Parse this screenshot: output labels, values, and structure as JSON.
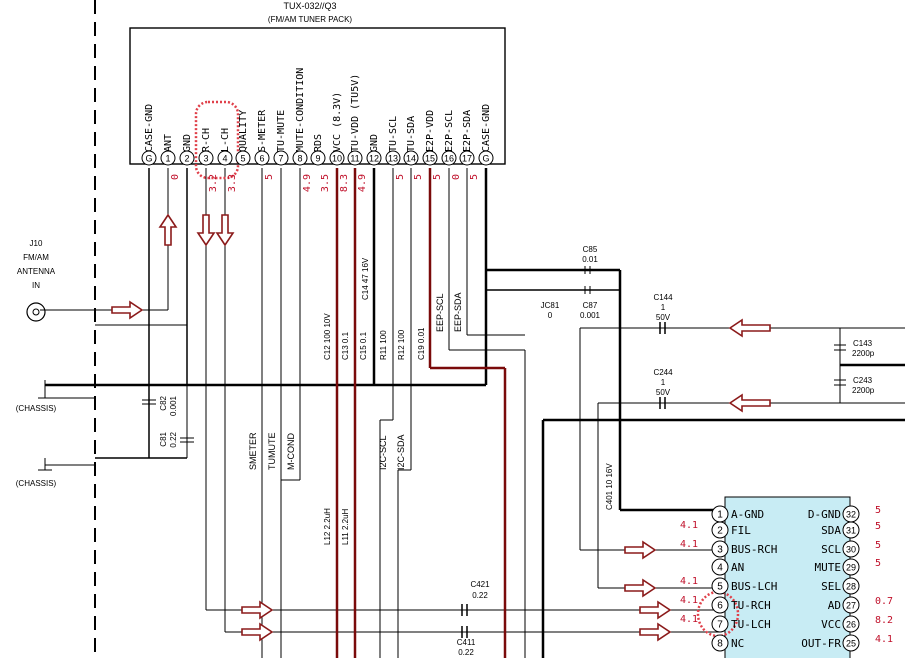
{
  "module": {
    "ref": "TUX-032//Q3",
    "title": "(FM/AM TUNER PACK)",
    "pins": [
      {
        "num": "G",
        "name": "CASE-GND",
        "voltage": ""
      },
      {
        "num": "1",
        "name": "ANT",
        "voltage": "0"
      },
      {
        "num": "2",
        "name": "GND",
        "voltage": ""
      },
      {
        "num": "3",
        "name": "R-CH",
        "voltage": "3.2"
      },
      {
        "num": "4",
        "name": "L-CH",
        "voltage": "3.3"
      },
      {
        "num": "5",
        "name": "QUALITY",
        "voltage": ""
      },
      {
        "num": "6",
        "name": "S-METER",
        "voltage": "5"
      },
      {
        "num": "7",
        "name": "TU-MUTE",
        "voltage": ""
      },
      {
        "num": "8",
        "name": "MUTE-CONDITION",
        "voltage": "4.9"
      },
      {
        "num": "9",
        "name": "RDS",
        "voltage": "3.5"
      },
      {
        "num": "10",
        "name": "VCC (8.3V)",
        "voltage": "8.3"
      },
      {
        "num": "11",
        "name": "TU-VDD (TU5V)",
        "voltage": "4.9"
      },
      {
        "num": "12",
        "name": "GND",
        "voltage": ""
      },
      {
        "num": "13",
        "name": "TU-SCL",
        "voltage": "5"
      },
      {
        "num": "14",
        "name": "TU-SDA",
        "voltage": "5"
      },
      {
        "num": "15",
        "name": "E2P-VDD",
        "voltage": "5"
      },
      {
        "num": "16",
        "name": "E2P-SCL",
        "voltage": "0"
      },
      {
        "num": "17",
        "name": "E2P-SDA",
        "voltage": "5"
      },
      {
        "num": "G",
        "name": "CASE-GND",
        "voltage": ""
      }
    ]
  },
  "antenna": {
    "ref": "J10",
    "line1": "FM/AM",
    "line2": "ANTENNA",
    "line3": "IN"
  },
  "chassis": [
    "(CHASSIS)",
    "(CHASSIS)"
  ],
  "components": {
    "c85": {
      "ref": "C85",
      "value": "0.01"
    },
    "jc81": {
      "ref": "JC81",
      "value": "0"
    },
    "c87": {
      "ref": "C87",
      "value": "0.001"
    },
    "c144": {
      "ref": "C144",
      "value": "1",
      "volt": "50V"
    },
    "c244": {
      "ref": "C244",
      "value": "1",
      "volt": "50V"
    },
    "c143": {
      "ref": "C143",
      "value": "2200p"
    },
    "c243": {
      "ref": "C243",
      "value": "2200p"
    },
    "c14": {
      "label": "C14  47  16V"
    },
    "c12": {
      "label": "C12  100  10V"
    },
    "c13": {
      "label": "C13  0.1"
    },
    "c15": {
      "label": "C15  0.1"
    },
    "r11": {
      "label": "R11  100"
    },
    "r12": {
      "label": "R12  100"
    },
    "c19": {
      "label": "C19  0.01"
    },
    "c82": {
      "ref": "C82",
      "value": "0.001"
    },
    "c81": {
      "ref": "C81",
      "value": "0.22"
    },
    "l12": {
      "label": "L12  2.2uH"
    },
    "l11": {
      "label": "L11  2.2uH"
    },
    "c401": {
      "label": "C401  10  16V"
    },
    "c421": {
      "ref": "C421",
      "value": "0.22"
    },
    "c411": {
      "ref": "C411",
      "value": "0.22"
    }
  },
  "nets": {
    "eep_scl": "EEP-SCL",
    "eep_sda": "EEP-SDA",
    "smeter": "SMETER",
    "tumute": "TUMUTE",
    "mcond": "M-COND",
    "i2c_scl": "I2C-SCL",
    "i2c_sda": "I2C-SDA"
  },
  "ic": {
    "left_pins": [
      {
        "num": "1",
        "name": "A-GND",
        "voltage": ""
      },
      {
        "num": "2",
        "name": "FIL",
        "voltage": "4.1"
      },
      {
        "num": "3",
        "name": "BUS-RCH",
        "voltage": "4.1"
      },
      {
        "num": "4",
        "name": "AN",
        "voltage": ""
      },
      {
        "num": "5",
        "name": "BUS-LCH",
        "voltage": "4.1"
      },
      {
        "num": "6",
        "name": "TU-RCH",
        "voltage": "4.1"
      },
      {
        "num": "7",
        "name": "TU-LCH",
        "voltage": "4.1"
      },
      {
        "num": "8",
        "name": "NC",
        "voltage": ""
      }
    ],
    "right_pins": [
      {
        "num": "32",
        "name": "D-GND",
        "voltage": "5"
      },
      {
        "num": "31",
        "name": "SDA",
        "voltage": "5"
      },
      {
        "num": "30",
        "name": "SCL",
        "voltage": "5"
      },
      {
        "num": "29",
        "name": "MUTE",
        "voltage": "5"
      },
      {
        "num": "28",
        "name": "SEL",
        "voltage": ""
      },
      {
        "num": "27",
        "name": "AD",
        "voltage": "0.7"
      },
      {
        "num": "26",
        "name": "VCC",
        "voltage": "8.2"
      },
      {
        "num": "25",
        "name": "OUT-FR",
        "voltage": "4.1"
      }
    ]
  },
  "colors": {
    "wire": "#000000",
    "signal_red": "#c0102a",
    "dark_red": "#7a0a0a",
    "ic_fill": "#c8ecf4",
    "highlight": "#e0404a"
  }
}
